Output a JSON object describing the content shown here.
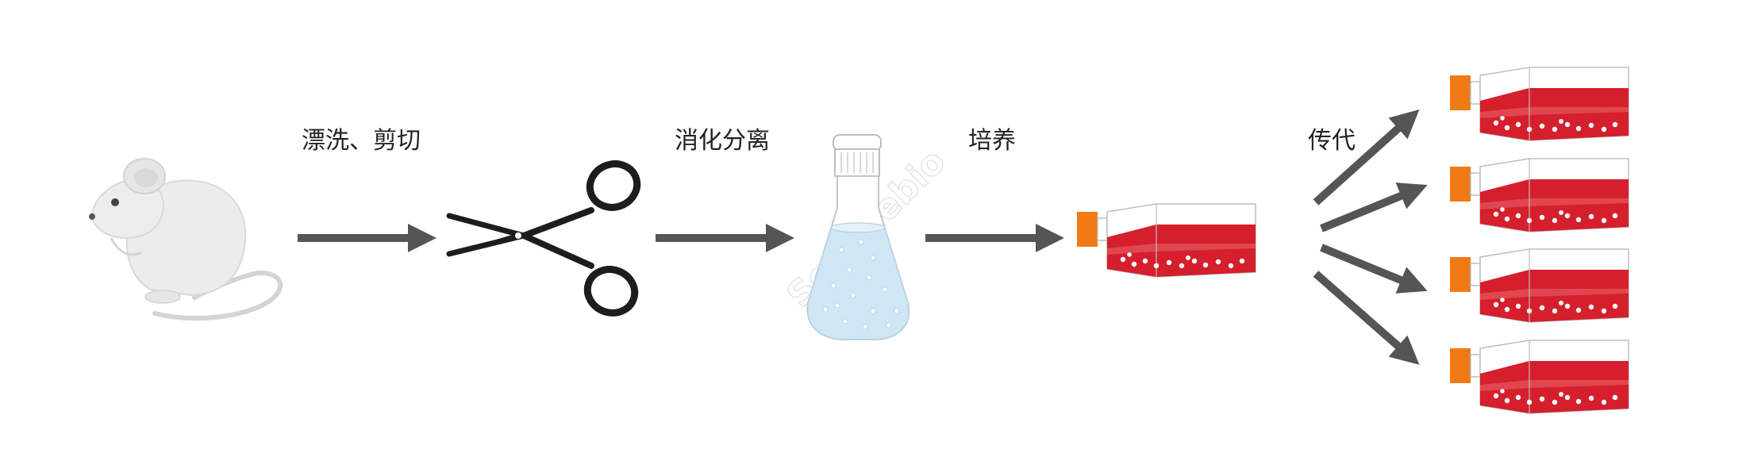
{
  "steps": {
    "wash_cut": "漂洗、剪切",
    "digest": "消化分离",
    "culture": "培养",
    "passage": "传代"
  },
  "watermark": "Servicebio",
  "colors": {
    "arrow": "#555555",
    "medium": "#d51f2c",
    "flask_cap": "#f07b16",
    "flask_outline": "#bdbdbd",
    "flask_liquid": "#cfe6f4",
    "mouse": "#eaeaea"
  },
  "icons": [
    "mouse-icon",
    "scissors-icon",
    "erlenmeyer-flask-icon",
    "culture-flask-icon"
  ]
}
